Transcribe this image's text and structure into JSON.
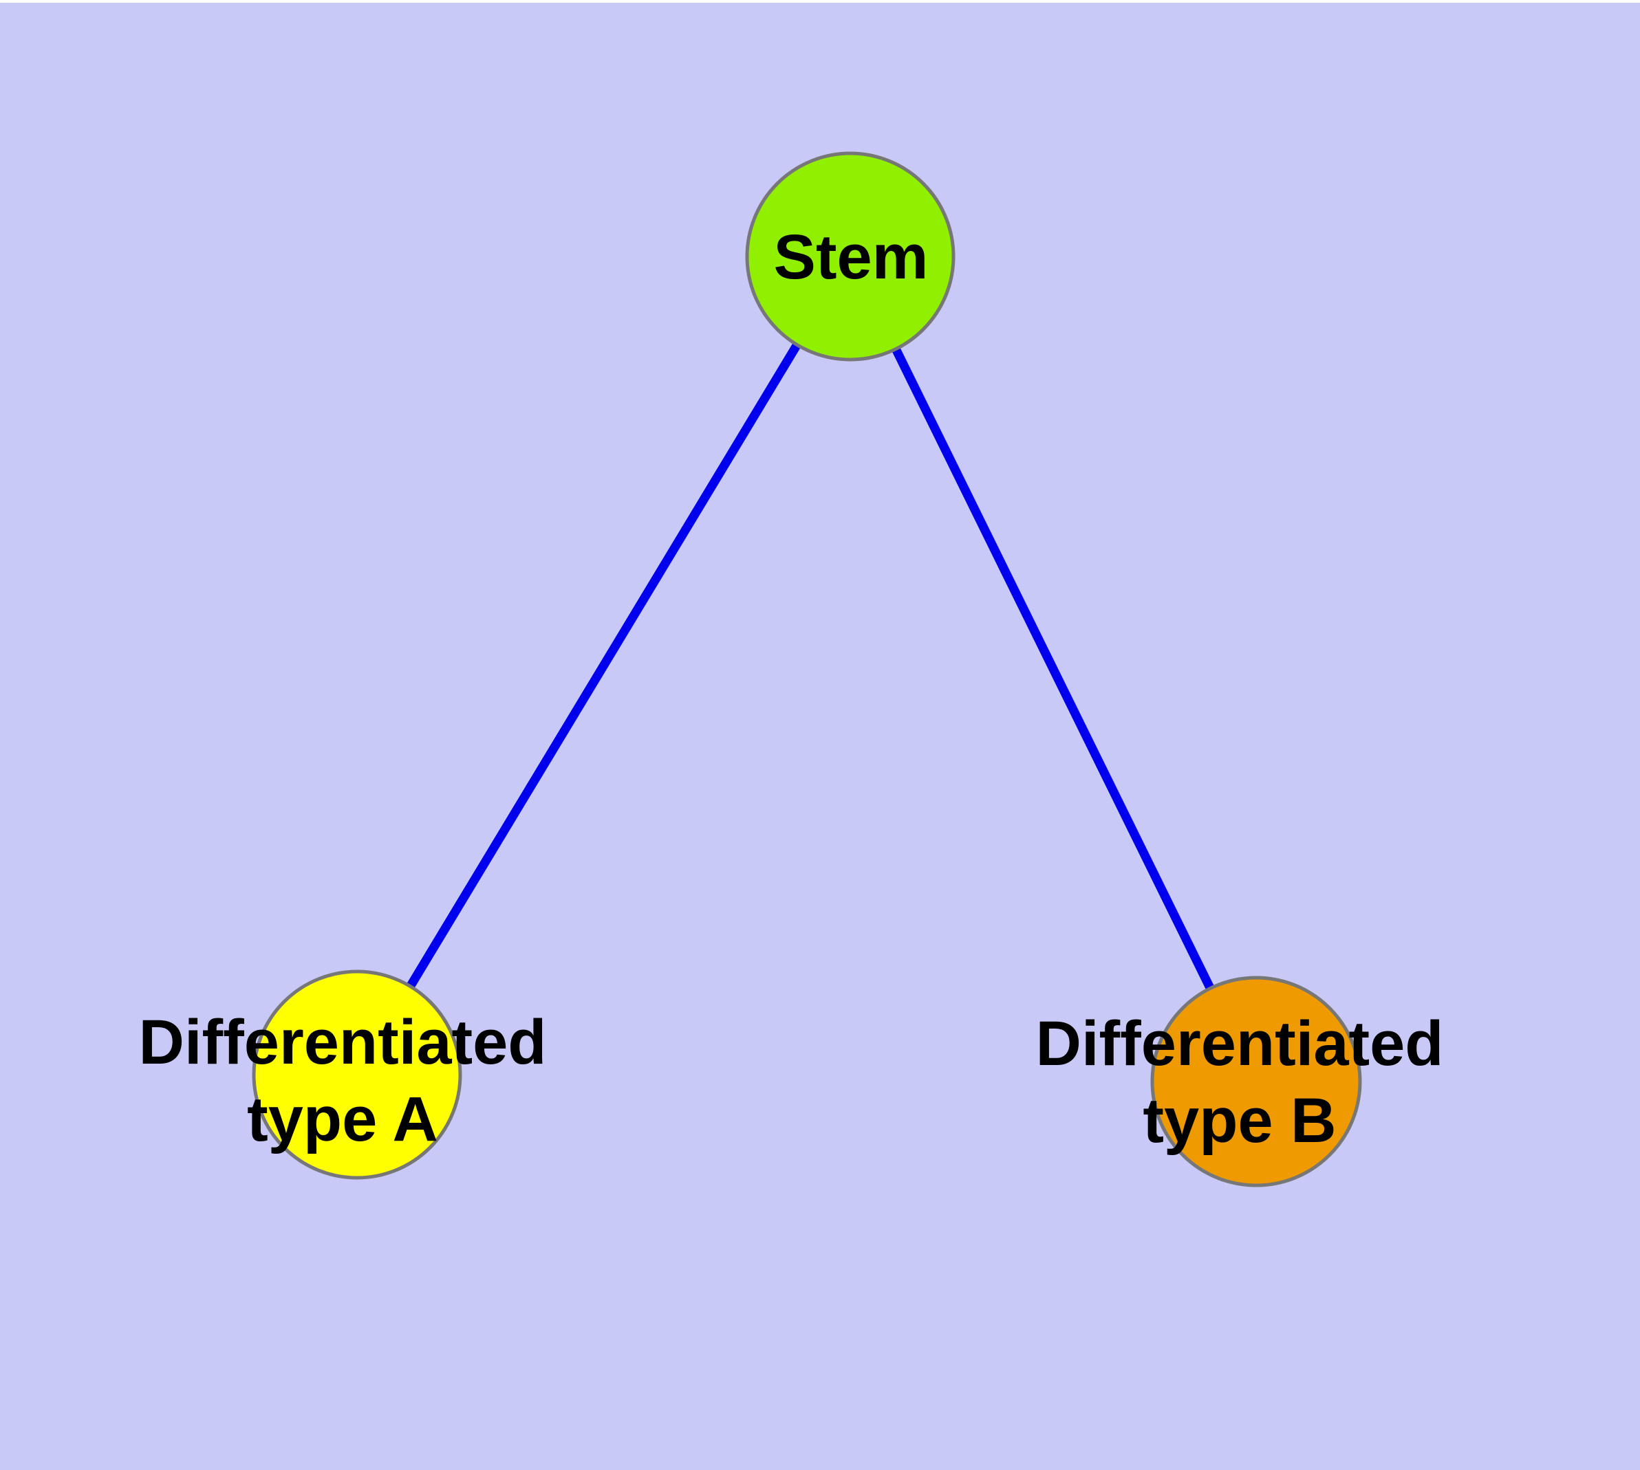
{
  "background_color": "#c9c9f7",
  "styles": {
    "edge_color": "#0000ee",
    "node_border_color": "#777777",
    "label_color": "#000000"
  },
  "nodes": {
    "stem": {
      "label": "Stem",
      "fill": "#90f000"
    },
    "type_a": {
      "label_line1": "Differentiated",
      "label_line2": "type A",
      "fill": "#ffff00"
    },
    "type_b": {
      "label_line1": "Differentiated",
      "label_line2": "type B",
      "fill": "#ee9a00"
    }
  },
  "edges": [
    {
      "from": "stem",
      "to": "type_a"
    },
    {
      "from": "stem",
      "to": "type_b"
    }
  ]
}
